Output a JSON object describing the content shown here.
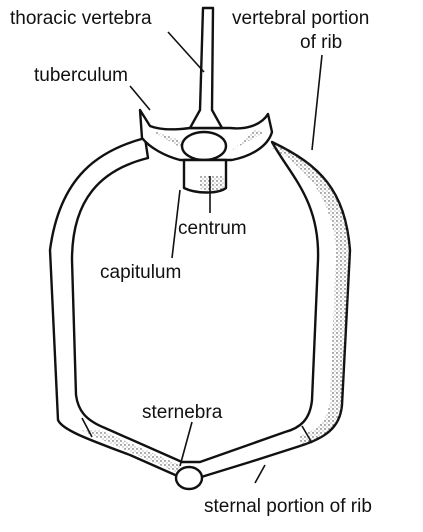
{
  "labels": {
    "thoracic_vertebra": "thoracic vertebra",
    "vertebral_portion_line1": "vertebral portion",
    "vertebral_portion_line2": "of rib",
    "tuberculum": "tuberculum",
    "centrum": "centrum",
    "capitulum": "capitulum",
    "sternebra": "sternebra",
    "sternal_portion": "sternal portion of rib"
  },
  "colors": {
    "ink": "#111111",
    "background": "#ffffff"
  }
}
